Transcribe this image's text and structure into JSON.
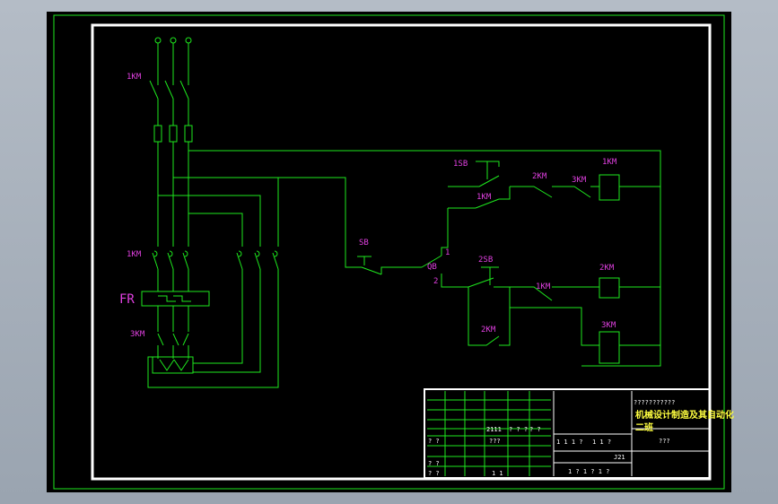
{
  "colors": {
    "background": "#000000",
    "wire": "#1ee81e",
    "label": "#e040e0",
    "frame": "#ffffff",
    "title_text": "#ffff40"
  },
  "diagram": {
    "labels": {
      "km1_top": "1KM",
      "km1_mid": "1KM",
      "fr": "FR",
      "km3_left": "3KM",
      "sb": "SB",
      "qb": "QB",
      "n1": "1",
      "n2": "2",
      "sb1": "1SB",
      "km1_aux": "1KM",
      "km2_aux_top": "2KM",
      "km3_aux_top": "3KM",
      "coil1": "1KM",
      "sb2": "2SB",
      "km1_aux_mid": "1KM",
      "coil2": "2KM",
      "km2_hold": "2KM",
      "coil3": "3KM"
    }
  },
  "title_block": {
    "header": "???????????",
    "title": "机械设计制造及其自动化",
    "subtitle": "二班",
    "name": "???",
    "cells": {
      "c_2111": "2111",
      "c_q1": "? ?",
      "c_q2": "? ? ?",
      "c_q3": "? ?",
      "c_q4": "???",
      "c_q5": "? ?",
      "c_q6": "? ?",
      "c_q7": "1 1",
      "c_row1": "1 1 1 ?",
      "c_row2": "1 1 ?",
      "c_row3": "J21",
      "c_row4": "1 ? 1 ? 1 ?"
    }
  }
}
